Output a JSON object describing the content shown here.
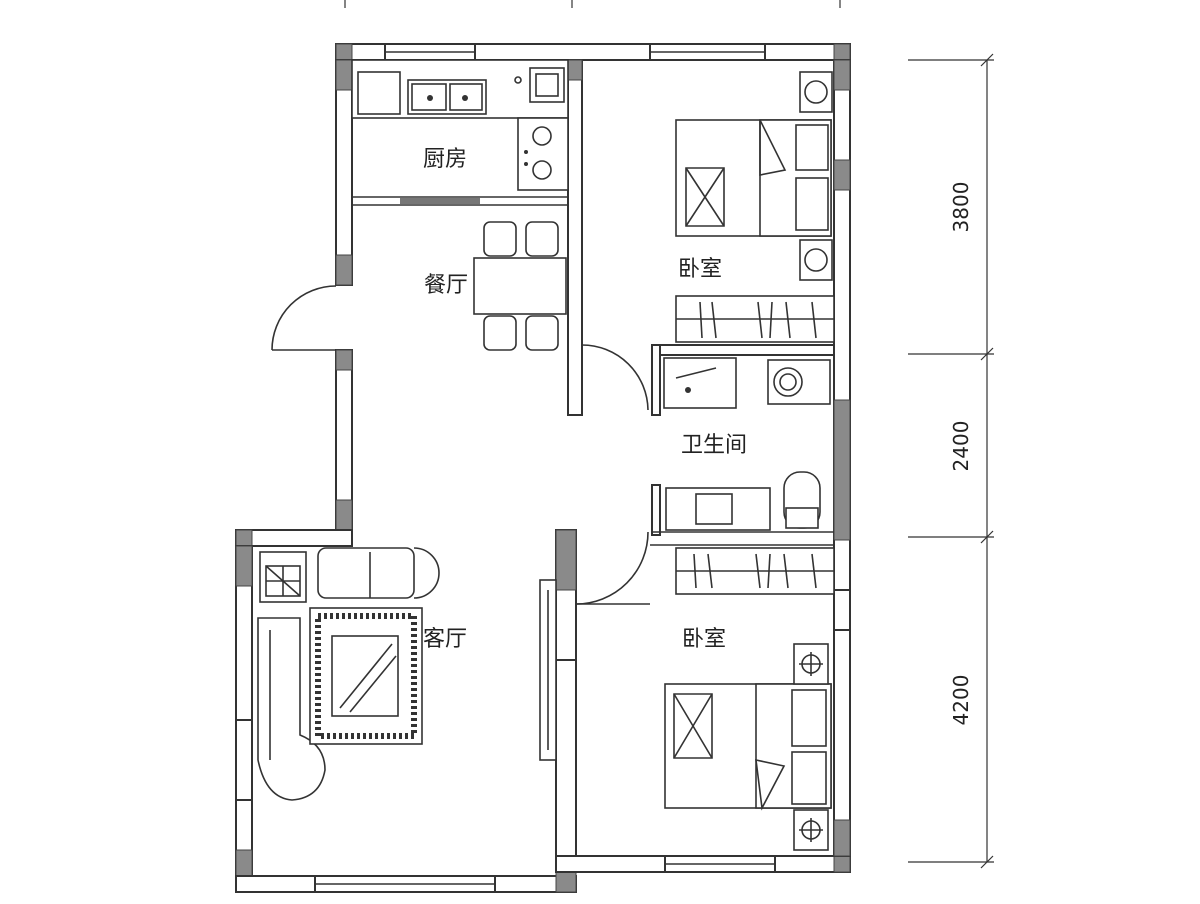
{
  "rooms": {
    "kitchen": "厨房",
    "dining": "餐厅",
    "bedroom_top": "卧室",
    "bathroom": "卫生间",
    "living": "客厅",
    "bedroom_bottom": "卧室"
  },
  "dimensions": {
    "d1": "3800",
    "d2": "2400",
    "d3": "4200"
  }
}
